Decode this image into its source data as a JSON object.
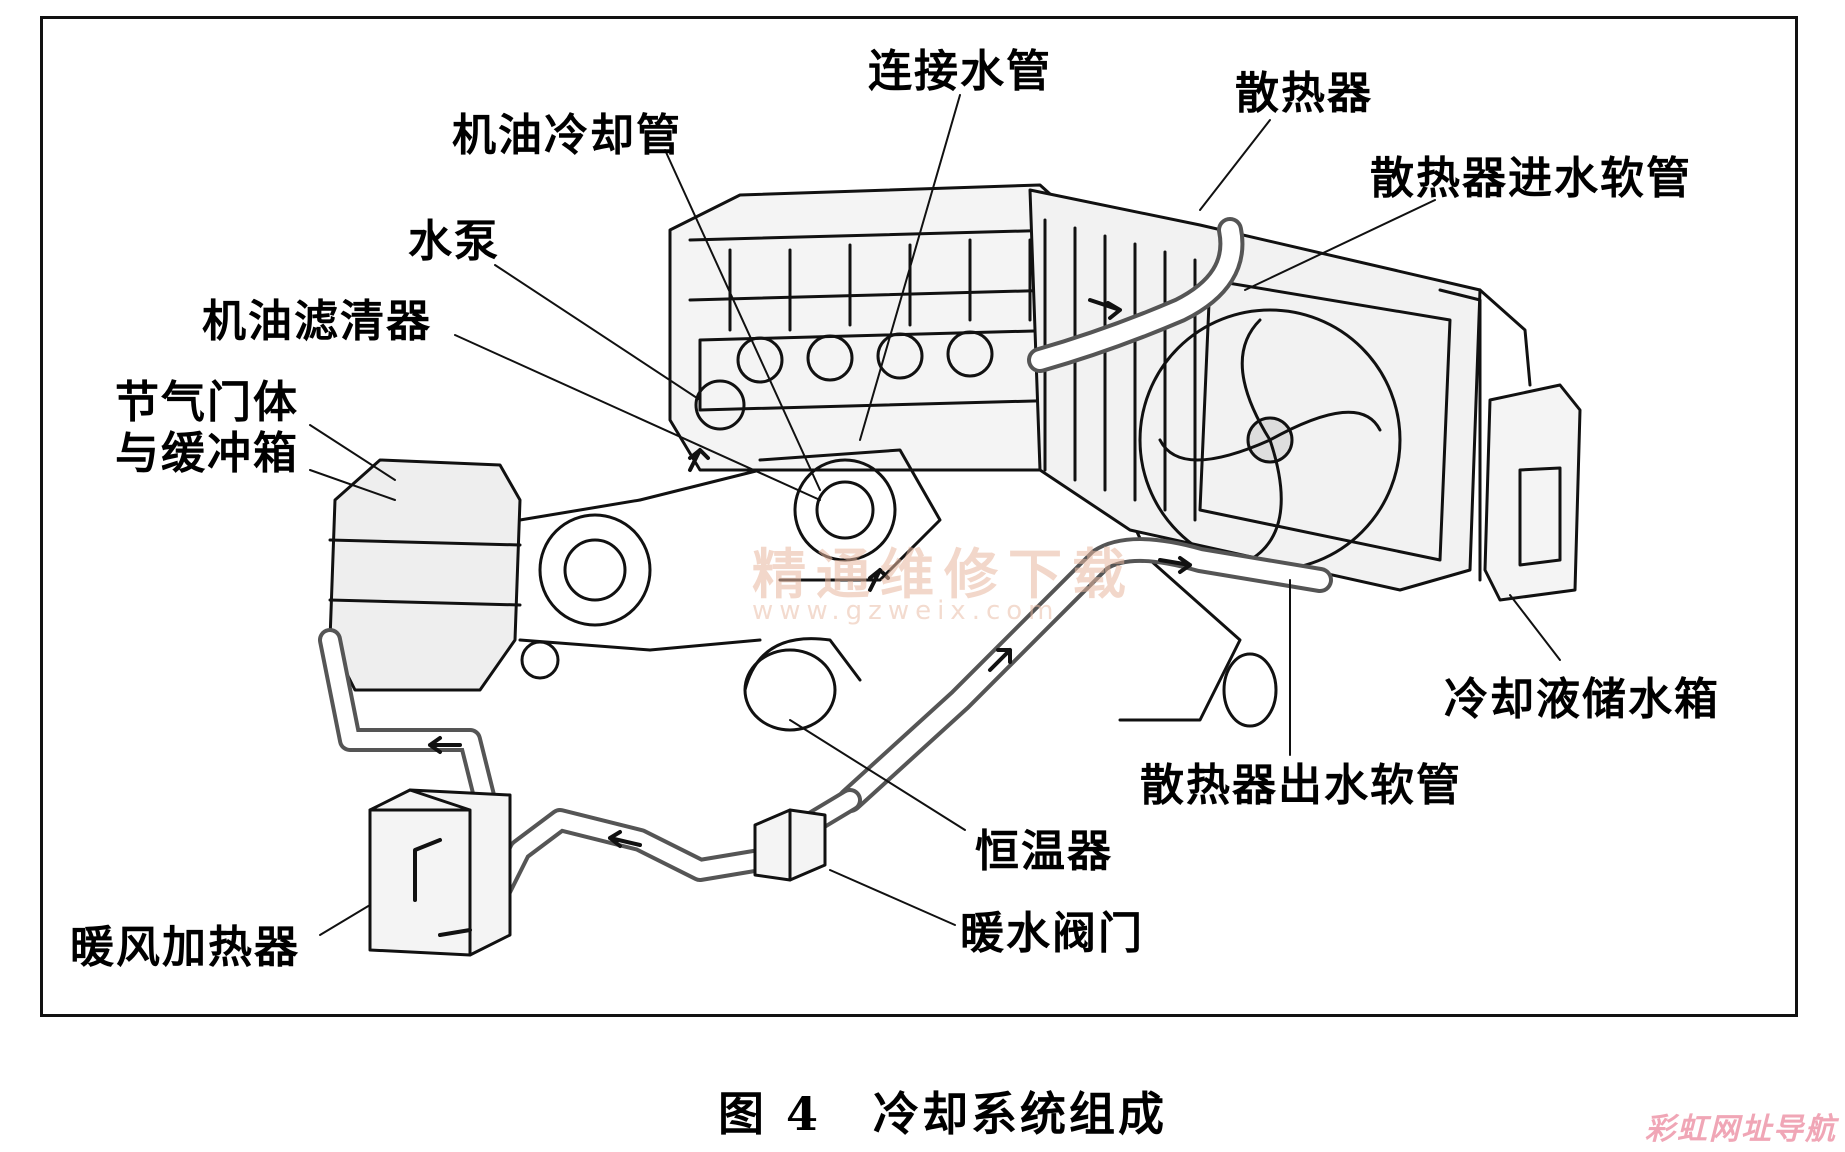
{
  "labels": {
    "connecting_pipe": "连接水管",
    "radiator": "散热器",
    "oil_cooling_pipe": "机油冷却管",
    "radiator_inlet_hose": "散热器进水软管",
    "water_pump": "水泵",
    "oil_filter": "机油滤清器",
    "throttle_body_line1": "节气门体",
    "throttle_body_line2": "与缓冲箱",
    "coolant_reservoir": "冷却液储水箱",
    "radiator_outlet_hose": "散热器出水软管",
    "thermostat": "恒温器",
    "heater_core": "暖风加热器",
    "heater_valve": "暖水阀门"
  },
  "caption": {
    "number": "图 4",
    "title": "冷却系统组成"
  },
  "watermark": {
    "text": "精通维修下载",
    "url": "www.gzweix.com"
  },
  "corner_logo": "彩虹网址导航",
  "colors": {
    "ink": "#111111",
    "background": "#ffffff",
    "watermark": "#e8b8a0",
    "logo": "#f0a6b6"
  }
}
